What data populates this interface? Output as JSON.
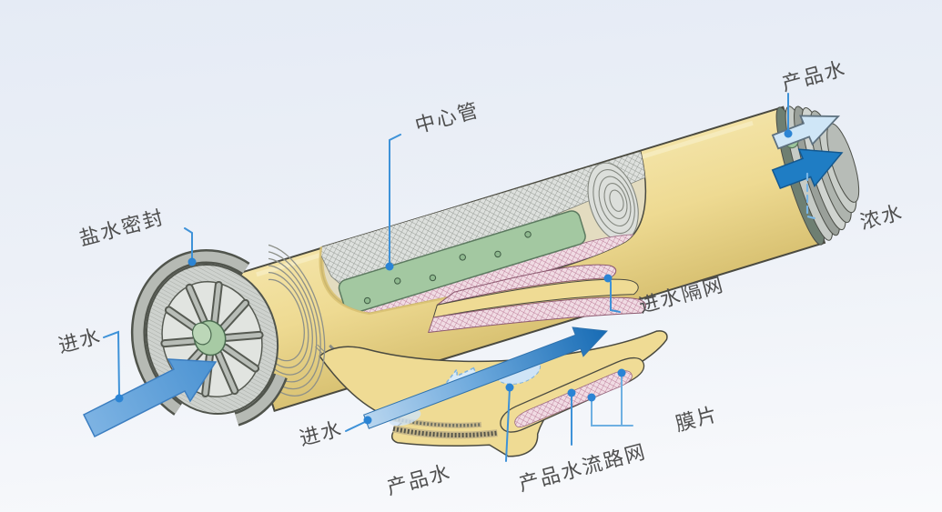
{
  "labels": {
    "center_tube": "中心管",
    "product_water_top": "产品水",
    "concentrate": "浓水",
    "brine_seal": "盐水密封",
    "feed_left": "进水",
    "feed_spacer_mesh": "进水隔网",
    "feed_bottom": "进水",
    "product_water_bottom": "产品水",
    "product_water_carrier_mesh": "产品水流路网",
    "membrane_sheet": "膜片"
  },
  "colors": {
    "background_top": "#e5ebf5",
    "background_bottom": "#f9fafc",
    "vessel_yellow": "#eeda92",
    "vessel_outline": "#4a4a40",
    "center_tube_green": "#a3c8a1",
    "mesh_pink_base": "#f0dbe3",
    "mesh_pink_line": "#bd7e9a",
    "mesh_grey_base": "#dde0dd",
    "end_cap_grey": "#c6cbc6",
    "feed_arrow_blue": "#5b9fd6",
    "product_arrow_light": "#cfe6f7",
    "concentrate_arrow_blue": "#1f7dc4",
    "leader_blue": "#3e92d8",
    "label_text": "#4f4f4f"
  }
}
